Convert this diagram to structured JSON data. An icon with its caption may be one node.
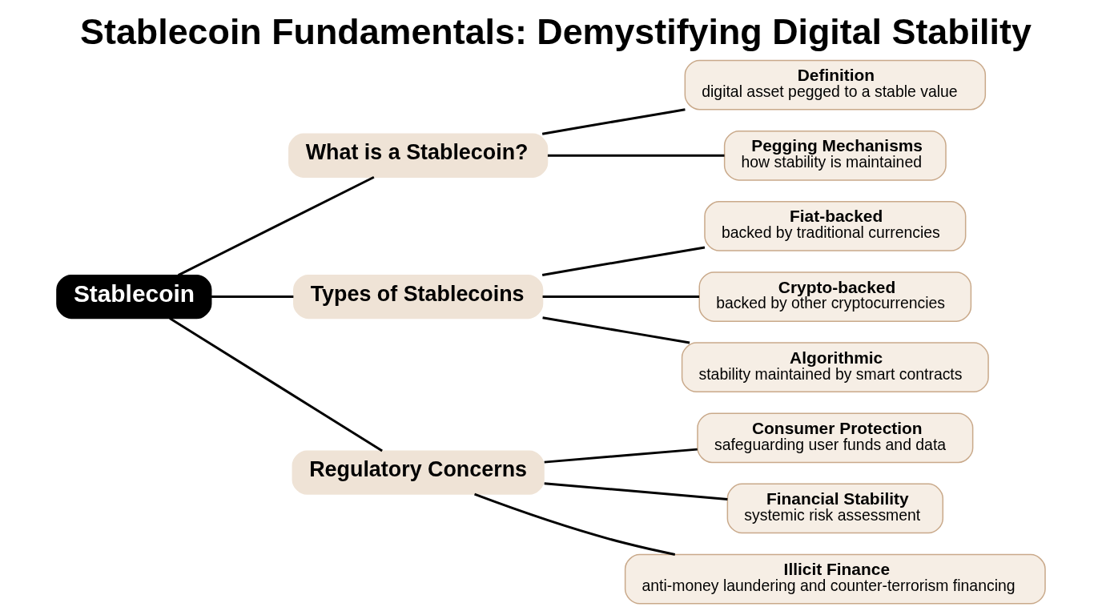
{
  "diagram": {
    "title": "Stablecoin Fundamentals: Demystifying Digital Stability",
    "nodes": [
      {
        "text": [
          "Stablecoin"
        ]
      },
      {
        "text": [
          "What is a Stablecoin?"
        ]
      },
      {
        "text": [
          "Definition",
          "digital asset pegged to a stable value"
        ]
      },
      {
        "text": [
          "Pegging Mechanisms",
          "how stability is maintained"
        ]
      },
      {
        "text": [
          "Types of Stablecoins"
        ]
      },
      {
        "text": [
          "Fiat-backed",
          "backed by traditional currencies"
        ]
      },
      {
        "text": [
          "Crypto-backed",
          "backed by other cryptocurrencies"
        ]
      },
      {
        "text": [
          "Algorithmic",
          "stability maintained by smart contracts"
        ]
      },
      {
        "text": [
          "Regulatory Concerns"
        ]
      },
      {
        "text": [
          "Consumer Protection",
          "safeguarding user funds and data"
        ]
      },
      {
        "text": [
          "Financial Stability",
          "systemic risk assessment"
        ]
      },
      {
        "text": [
          "Illicit Finance",
          "anti-money laundering and counter-terrorism financing"
        ]
      }
    ],
    "edges": [
      {
        "from": 0,
        "to": 1,
        "arrow": "none"
      },
      {
        "from": 1,
        "to": 2,
        "arrow": "none"
      },
      {
        "from": 1,
        "to": 3,
        "arrow": "none"
      },
      {
        "from": 0,
        "to": 4,
        "arrow": "none"
      },
      {
        "from": 4,
        "to": 5,
        "arrow": "none"
      },
      {
        "from": 4,
        "to": 6,
        "arrow": "none"
      },
      {
        "from": 4,
        "to": 7,
        "arrow": "none"
      },
      {
        "from": 0,
        "to": 8,
        "arrow": "none"
      },
      {
        "from": 8,
        "to": 9,
        "arrow": "none"
      },
      {
        "from": 8,
        "to": 10,
        "arrow": "none"
      },
      {
        "from": 8,
        "to": 11,
        "arrow": "none"
      }
    ]
  }
}
